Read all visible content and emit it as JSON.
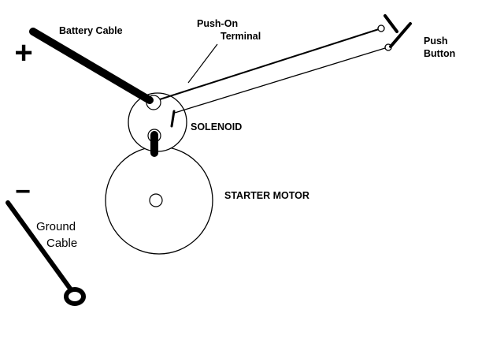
{
  "labels": {
    "battery_cable": "Battery Cable",
    "push_on_line1": "Push-On",
    "push_on_line2": "Terminal",
    "push_button_line1": "Push",
    "push_button_line2": "Button",
    "solenoid": "SOLENOID",
    "starter_motor": "STARTER MOTOR",
    "ground_line1": "Ground",
    "ground_line2": "Cable"
  },
  "symbols": {
    "positive": "+",
    "negative": "−"
  },
  "colors": {
    "line": "#000000",
    "background": "#ffffff"
  }
}
